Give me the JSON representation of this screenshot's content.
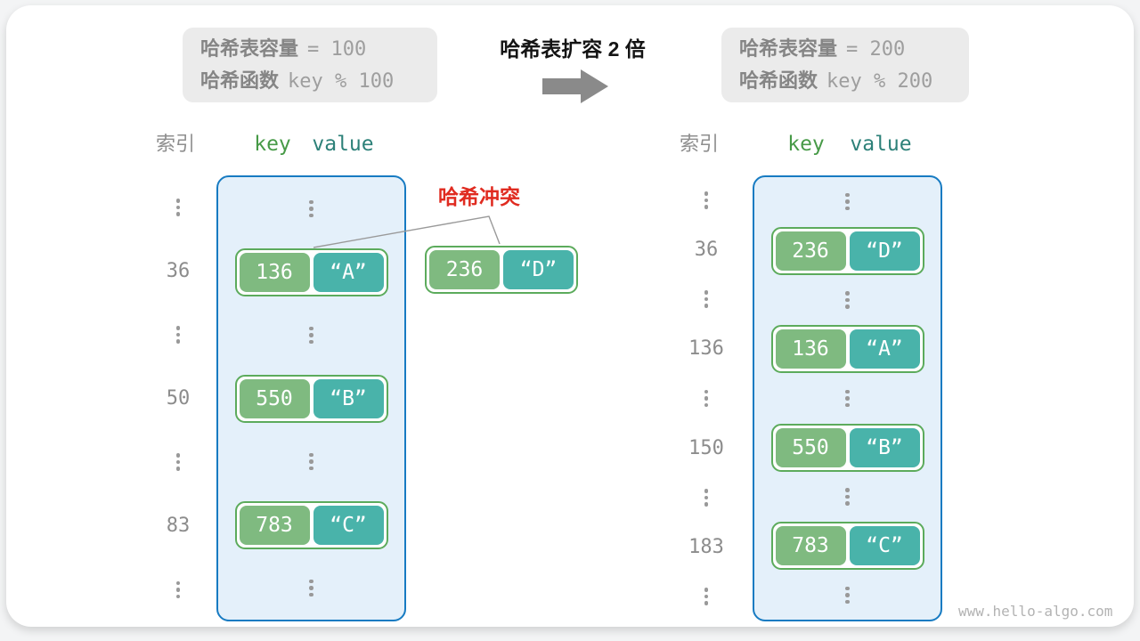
{
  "info_left": {
    "line1_label": "哈希表容量",
    "line1_code": "= 100",
    "line2_label": "哈希函数",
    "line2_code": "key % 100"
  },
  "info_right": {
    "line1_label": "哈希表容量",
    "line1_code": "= 200",
    "line2_label": "哈希函数",
    "line2_code": "key % 200"
  },
  "transition": {
    "title": "哈希表扩容 2 倍"
  },
  "collision": {
    "label": "哈希冲突"
  },
  "left_table": {
    "header": {
      "index": "索引",
      "key": "key",
      "value": "value"
    },
    "rows": [
      {
        "type": "dots"
      },
      {
        "type": "pair",
        "index": "36",
        "key": "136",
        "value": "“A”"
      },
      {
        "type": "dots"
      },
      {
        "type": "pair",
        "index": "50",
        "key": "550",
        "value": "“B”"
      },
      {
        "type": "dots"
      },
      {
        "type": "pair",
        "index": "83",
        "key": "783",
        "value": "“C”"
      },
      {
        "type": "dots"
      }
    ]
  },
  "right_table": {
    "header": {
      "index": "索引",
      "key": "key",
      "value": "value"
    },
    "rows": [
      {
        "type": "dots"
      },
      {
        "type": "pair",
        "index": "36",
        "key": "236",
        "value": "“D”"
      },
      {
        "type": "dots"
      },
      {
        "type": "pair",
        "index": "136",
        "key": "136",
        "value": "“A”"
      },
      {
        "type": "dots"
      },
      {
        "type": "pair",
        "index": "150",
        "key": "550",
        "value": "“B”"
      },
      {
        "type": "dots"
      },
      {
        "type": "pair",
        "index": "183",
        "key": "783",
        "value": "“C”"
      },
      {
        "type": "dots"
      }
    ]
  },
  "floating_pair": {
    "key": "236",
    "value": "“D”"
  },
  "watermark": "www.hello-algo.com",
  "colors": {
    "accent_blue": "#177bc2",
    "bucket_bg": "#e4f0fa",
    "key_green": "#7fba80",
    "value_teal": "#49b3aa",
    "pair_border_green": "#5cab5c",
    "header_key_green": "#479a47",
    "header_value_teal": "#2d8179",
    "collision_red": "#e02b20",
    "arrow_gray": "#8a8a8a",
    "muted_gray": "#8c8c8c",
    "info_bg": "#ebebeb"
  }
}
